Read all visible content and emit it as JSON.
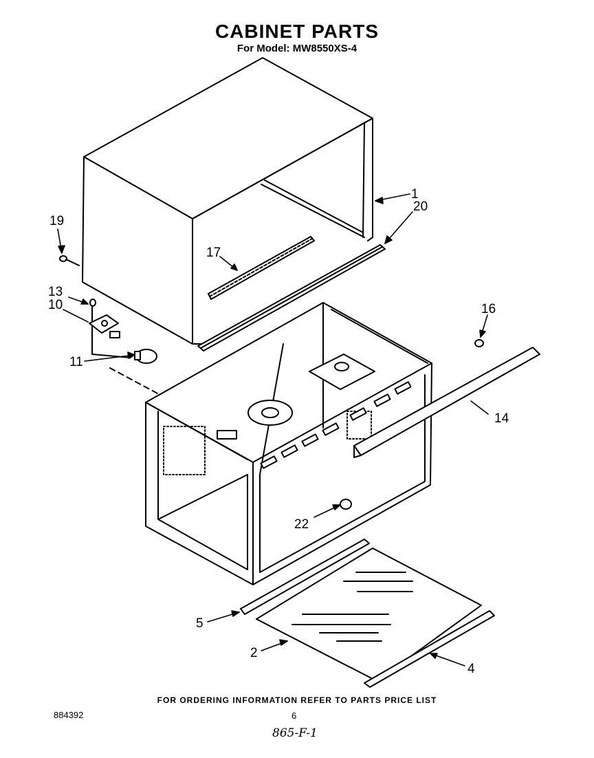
{
  "title": "CABINET PARTS",
  "subtitle": "For Model: MW8550XS-4",
  "callouts": {
    "p1": "1",
    "p2": "2",
    "p4": "4",
    "p5": "5",
    "p10": "10",
    "p11": "11",
    "p13": "13",
    "p14": "14",
    "p16": "16",
    "p17": "17",
    "p19": "19",
    "p20": "20",
    "p22": "22"
  },
  "footer": "FOR ORDERING INFORMATION REFER TO PARTS PRICE LIST",
  "document_number": "884392",
  "page_number": "6",
  "handwritten_note": "865-F-1"
}
